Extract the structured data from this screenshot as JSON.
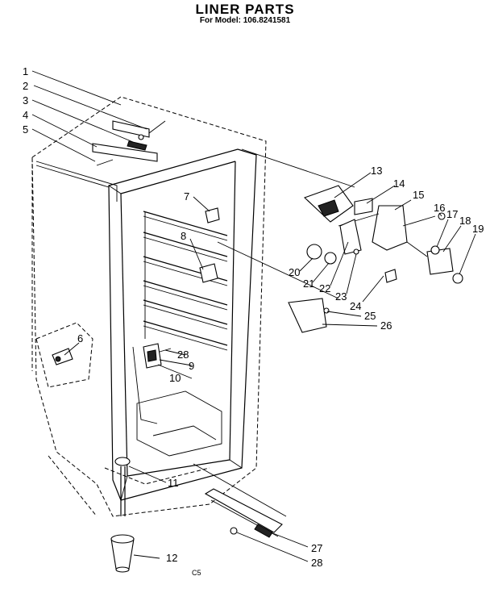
{
  "header": {
    "title": "LINER PARTS",
    "subtitle": "For Model: 106.8241581"
  },
  "footer": {
    "code": "C5"
  },
  "callouts": [
    {
      "id": "1",
      "label": "1"
    },
    {
      "id": "2",
      "label": "2"
    },
    {
      "id": "3",
      "label": "3"
    },
    {
      "id": "4",
      "label": "4"
    },
    {
      "id": "5",
      "label": "5"
    },
    {
      "id": "6",
      "label": "6"
    },
    {
      "id": "7",
      "label": "7"
    },
    {
      "id": "8",
      "label": "8"
    },
    {
      "id": "9",
      "label": "9"
    },
    {
      "id": "10",
      "label": "10"
    },
    {
      "id": "11",
      "label": "11"
    },
    {
      "id": "12",
      "label": "12"
    },
    {
      "id": "13",
      "label": "13"
    },
    {
      "id": "14",
      "label": "14"
    },
    {
      "id": "15",
      "label": "15"
    },
    {
      "id": "16",
      "label": "16"
    },
    {
      "id": "17",
      "label": "17"
    },
    {
      "id": "18",
      "label": "18"
    },
    {
      "id": "19",
      "label": "19"
    },
    {
      "id": "20",
      "label": "20"
    },
    {
      "id": "21",
      "label": "21"
    },
    {
      "id": "22",
      "label": "22"
    },
    {
      "id": "23",
      "label": "23"
    },
    {
      "id": "24",
      "label": "24"
    },
    {
      "id": "25",
      "label": "25"
    },
    {
      "id": "26",
      "label": "26"
    },
    {
      "id": "27",
      "label": "27"
    },
    {
      "id": "28a",
      "label": "28"
    },
    {
      "id": "28b",
      "label": "28"
    }
  ]
}
